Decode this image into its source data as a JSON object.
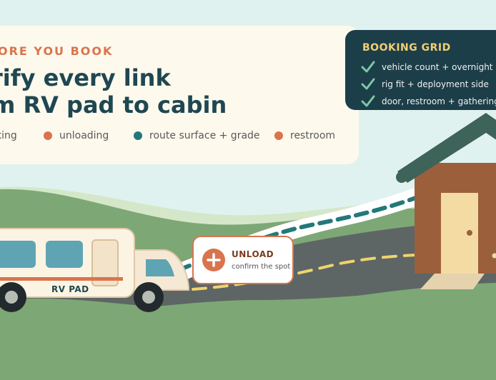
{
  "hero": {
    "eyebrow": "ORE YOU BOOK",
    "headline_line1": "rify every link",
    "headline_line2": "m RV pad to cabin"
  },
  "legend": [
    {
      "label": "king",
      "color": "#d9744d"
    },
    {
      "label": "unloading",
      "color": "#d9744d"
    },
    {
      "label": "route surface + grade",
      "color": "#23797a"
    },
    {
      "label": "restroom",
      "color": "#d9744d"
    }
  ],
  "booking_grid": {
    "title": "BOOKING GRID",
    "items": [
      "vehicle count + overnight s",
      "rig fit + deployment side",
      "door, restroom + gathering"
    ],
    "check_color": "#7ec8a6"
  },
  "callout": {
    "title": "UNLOAD",
    "subtitle": "confirm the spot",
    "icon": "plus-circle-icon"
  },
  "rv": {
    "label": "RV PAD"
  },
  "colors": {
    "sky": "#e0f2f0",
    "hill": "#7ea776",
    "road": "#5d6664",
    "path": "#ffffff",
    "path_dash": "#23797a",
    "road_dash": "#f0d36e",
    "cabin_wall": "#9c5f3c",
    "cabin_roof": "#3e6358",
    "cabin_door": "#f4dba4",
    "accent": "#d9744d",
    "dark": "#1c3e49"
  }
}
